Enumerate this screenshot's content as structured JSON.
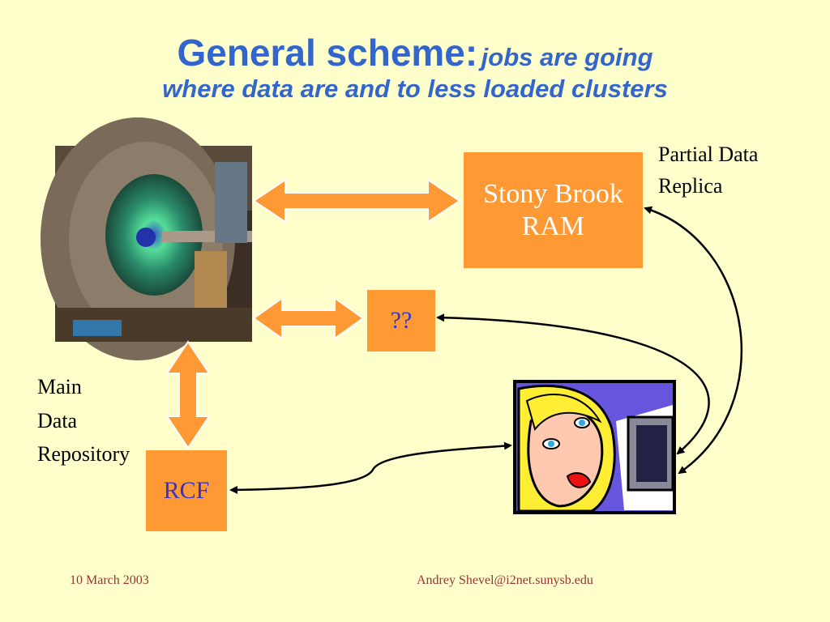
{
  "title": {
    "main": "General scheme:",
    "sub": "jobs are going",
    "line2": "where data are and to less loaded clusters"
  },
  "nodes": {
    "stony_brook": "Stony Brook RAM",
    "unknown": "??",
    "rcf": "RCF"
  },
  "labels": {
    "partial_replica_line1": "Partial Data",
    "partial_replica_line2": "Replica",
    "main_repo_line1": "Main",
    "main_repo_line2": "Data",
    "main_repo_line3": "Repository"
  },
  "footer": {
    "date": "10 March 2003",
    "author": "Andrey Shevel@i2net.sunysb.edu"
  },
  "colors": {
    "background": "#ffffcc",
    "title": "#3366cc",
    "box": "#ff9933",
    "footer": "#993333"
  },
  "images": {
    "detector": "detector-photo",
    "user": "worried-user-clipart"
  }
}
